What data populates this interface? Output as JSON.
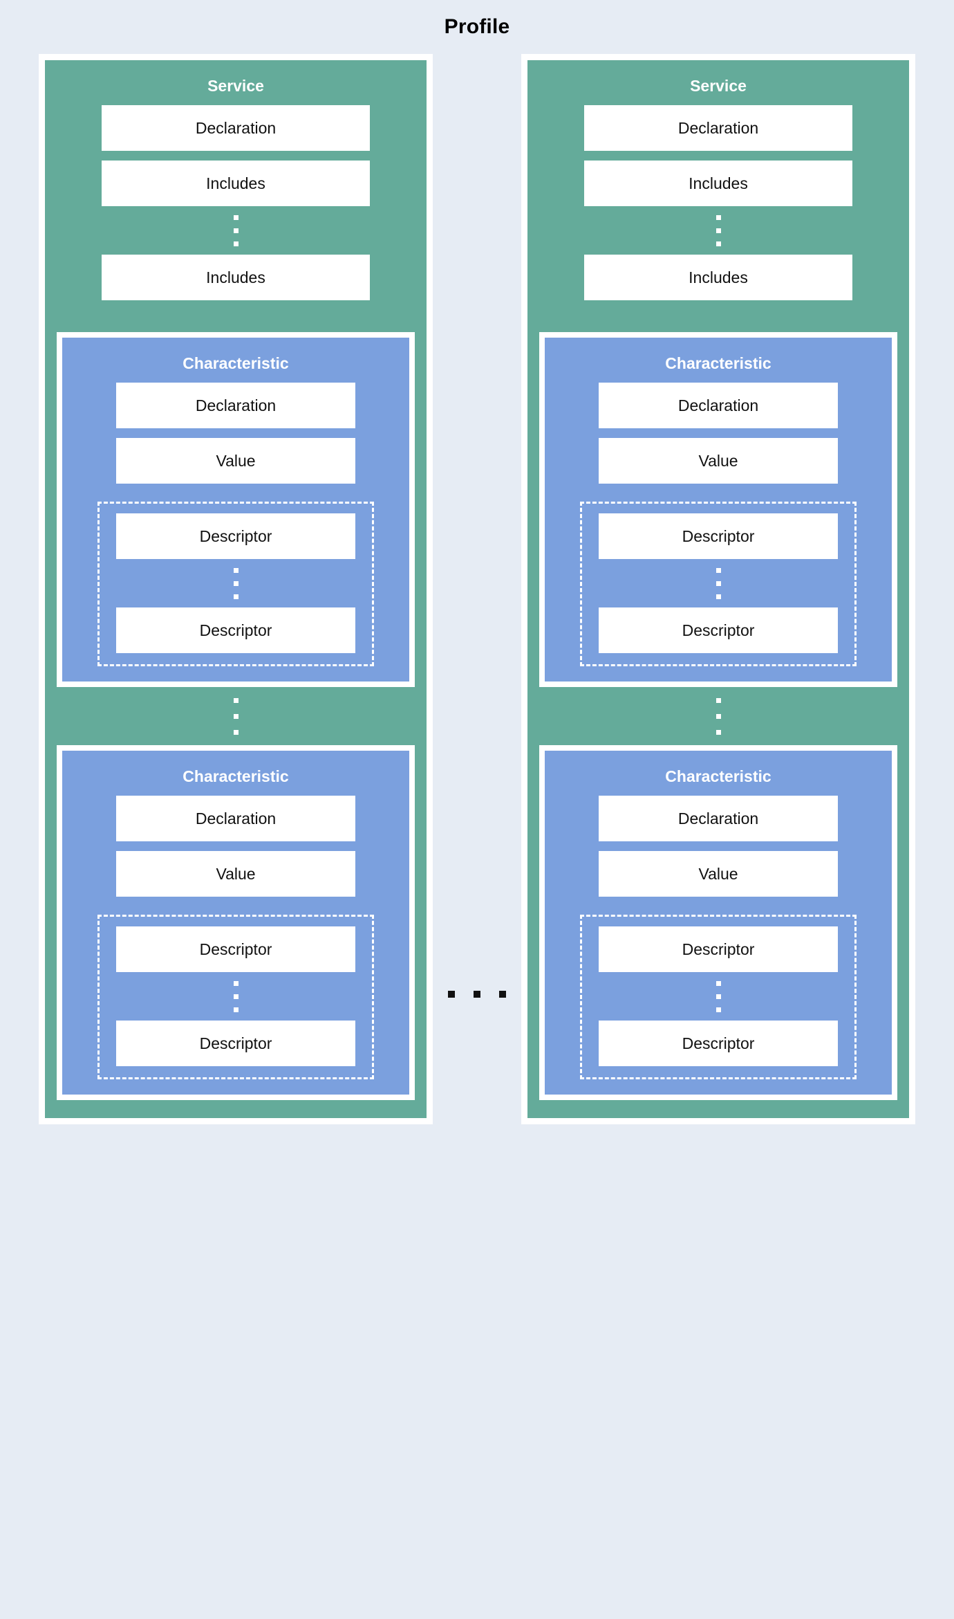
{
  "diagram": {
    "title": "Profile",
    "background_color": "#e6ecf4",
    "service_color": "#64ab9a",
    "characteristic_color": "#7ba0de",
    "field_color": "#ffffff",
    "ellipsis_between_columns": "...",
    "labels": {
      "service": "Service",
      "characteristic": "Characteristic",
      "declaration": "Declaration",
      "includes": "Includes",
      "value": "Value",
      "descriptor": "Descriptor"
    },
    "columns": [
      {
        "name": "Service",
        "fields": [
          {
            "label": "Declaration"
          },
          {
            "label": "Includes"
          },
          {
            "label": "Includes"
          }
        ],
        "characteristics": [
          {
            "name": "Characteristic",
            "fields": [
              {
                "label": "Declaration"
              },
              {
                "label": "Value"
              }
            ],
            "descriptors": [
              {
                "label": "Descriptor"
              },
              {
                "label": "Descriptor"
              }
            ]
          },
          {
            "name": "Characteristic",
            "fields": [
              {
                "label": "Declaration"
              },
              {
                "label": "Value"
              }
            ],
            "descriptors": [
              {
                "label": "Descriptor"
              },
              {
                "label": "Descriptor"
              }
            ]
          }
        ]
      },
      {
        "name": "Service",
        "fields": [
          {
            "label": "Declaration"
          },
          {
            "label": "Includes"
          },
          {
            "label": "Includes"
          }
        ],
        "characteristics": [
          {
            "name": "Characteristic",
            "fields": [
              {
                "label": "Declaration"
              },
              {
                "label": "Value"
              }
            ],
            "descriptors": [
              {
                "label": "Descriptor"
              },
              {
                "label": "Descriptor"
              }
            ]
          },
          {
            "name": "Characteristic",
            "fields": [
              {
                "label": "Declaration"
              },
              {
                "label": "Value"
              }
            ],
            "descriptors": [
              {
                "label": "Descriptor"
              },
              {
                "label": "Descriptor"
              }
            ]
          }
        ]
      }
    ]
  }
}
